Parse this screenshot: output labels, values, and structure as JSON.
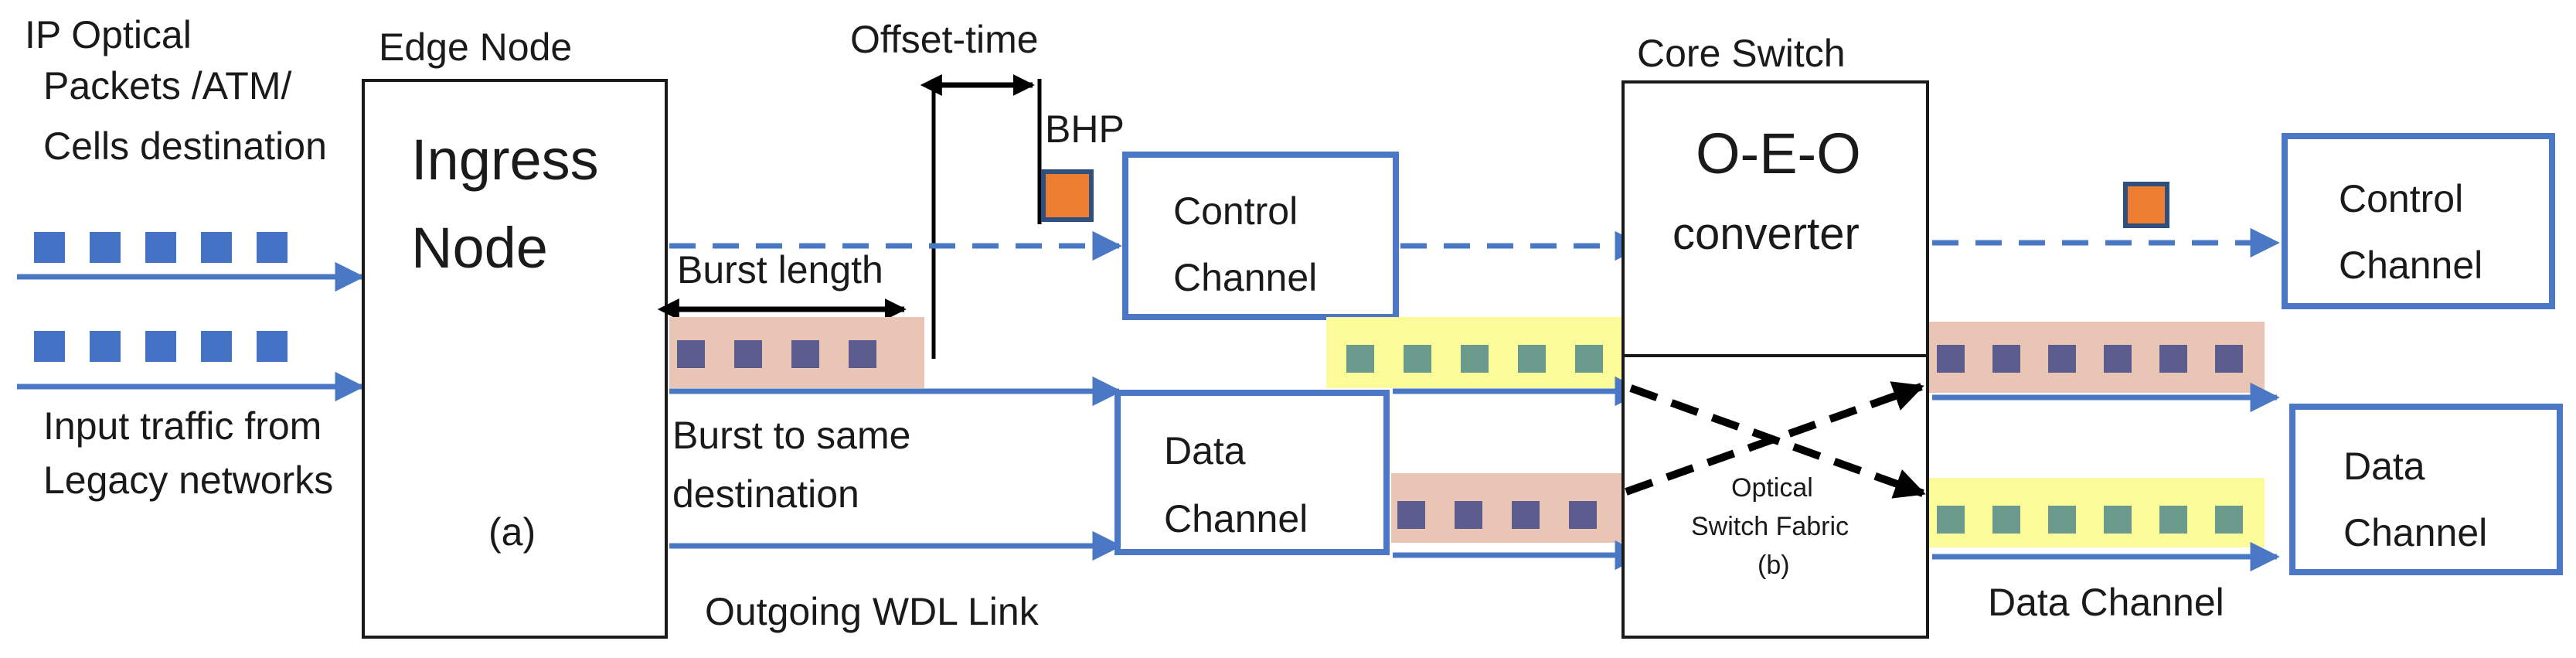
{
  "labels": {
    "input_top": [
      "IP Optical",
      "Packets /ATM/",
      "Cells destination"
    ],
    "input_bottom": [
      "Input traffic from",
      "Legacy networks"
    ],
    "edge_node": "Edge Node",
    "ingress": [
      "Ingress",
      "Node"
    ],
    "ingress_tag": "(a)",
    "offset_time": "Offset-time",
    "bhp": "BHP",
    "burst_length": "Burst length",
    "burst_dest": [
      "Burst to same",
      "destination"
    ],
    "outgoing_link": "Outgoing WDL Link",
    "control_channel_1": [
      "Control",
      "Channel"
    ],
    "data_channel_1": [
      "Data",
      "Channel"
    ],
    "core_switch": "Core Switch",
    "oeo": "O-E-O",
    "converter": "converter",
    "fabric": [
      "Optical",
      "Switch Fabric",
      "(b)"
    ],
    "control_channel_2": [
      "Control",
      "Channel"
    ],
    "data_channel_2": [
      "Data",
      "Channel"
    ],
    "data_channel_label": "Data Channel"
  },
  "colors": {
    "link_blue": "#4a78c4",
    "packet_blue": "#4472c4",
    "burst_pink": "#e8c5b5",
    "burst_yellow": "#fbfb9a",
    "pink_packet": "#5c5c8e",
    "green_packet": "#6a9a8c",
    "bhp_orange": "#ed7d31",
    "bhp_border": "#2f4f7f"
  },
  "icons": {
    "arrow": "arrowhead-icon",
    "bhp": "bhp-square-icon"
  }
}
